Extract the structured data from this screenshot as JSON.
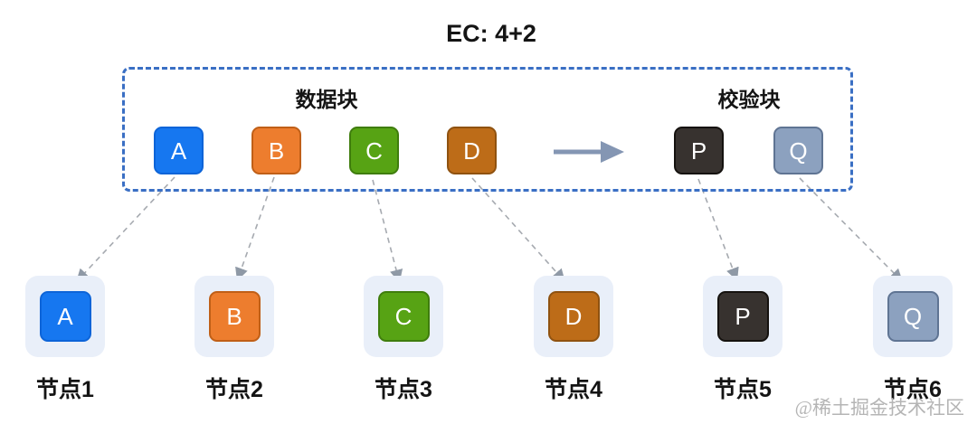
{
  "title": "EC: 4+2",
  "stripe": {
    "data_group_label": "数据块",
    "parity_group_label": "校验块"
  },
  "blocks": [
    {
      "label": "A",
      "fill": "#1677f0",
      "border": "#0d64d8"
    },
    {
      "label": "B",
      "fill": "#ed7d2e",
      "border": "#c05f17"
    },
    {
      "label": "C",
      "fill": "#57a314",
      "border": "#3f7d0d"
    },
    {
      "label": "D",
      "fill": "#bd6c18",
      "border": "#8f5210"
    },
    {
      "label": "P",
      "fill": "#37322f",
      "border": "#15120f"
    },
    {
      "label": "Q",
      "fill": "#8ca1bf",
      "border": "#5f7493"
    }
  ],
  "nodes": [
    {
      "label": "节点1"
    },
    {
      "label": "节点2"
    },
    {
      "label": "节点3"
    },
    {
      "label": "节点4"
    },
    {
      "label": "节点5"
    },
    {
      "label": "节点6"
    }
  ],
  "watermark": "@稀土掘金技术社区",
  "colors": {
    "box_border": "#3a6fc4",
    "arrow": "#8496b3",
    "connector": "#a6aab0",
    "connector_head": "#8f99a6",
    "node_bg": "#e9eff9"
  }
}
